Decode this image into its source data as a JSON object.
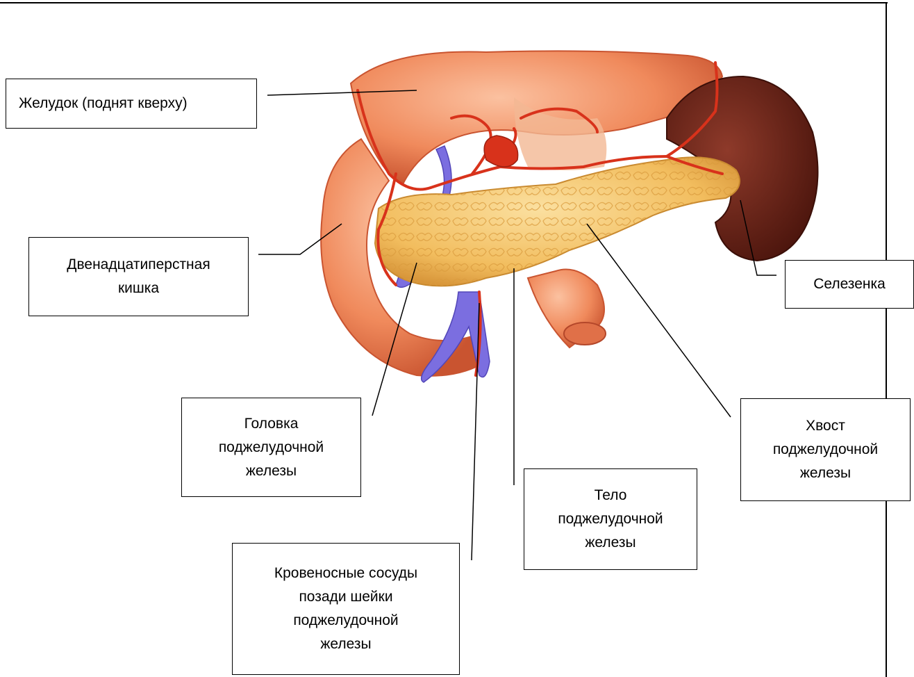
{
  "labels": {
    "stomach": "Желудок (поднят кверху)",
    "duodenum": "Двенадцатиперстная\nкишка",
    "spleen": "Селезенка",
    "head": "Головка\nподжелудочной\nжелезы",
    "tail": "Хвост\nподжелудочной\nжелезы",
    "body": "Тело\nподжелудочной\nжелезы",
    "vessels": "Кровеносные сосуды\nпозади шейки\nподжелудочной\nжелезы"
  },
  "colors": {
    "organ": "#f08a5c",
    "organ_dark": "#d9643c",
    "pancreas": "#f4c469",
    "pancreas_dark": "#d99a3c",
    "spleen": "#6b2318",
    "artery": "#d8321b",
    "vein": "#7b6ee0"
  }
}
